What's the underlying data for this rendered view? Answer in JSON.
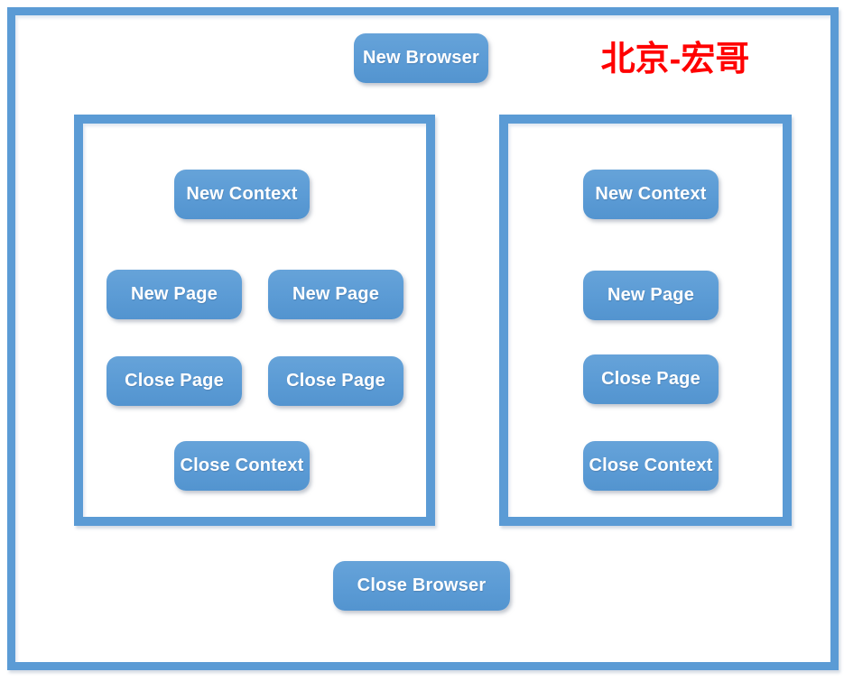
{
  "watermark": {
    "text": "北京-宏哥",
    "color": "#FF0000"
  },
  "colors": {
    "accent_blue": "#5B9BD5",
    "button_text": "#FFFFFF",
    "background": "#FFFFFF"
  },
  "browser": {
    "new_browser_label": "New Browser",
    "close_browser_label": "Close Browser"
  },
  "contexts": [
    {
      "new_context_label": "New Context",
      "close_context_label": "Close Context",
      "pages": [
        {
          "new_page_label": "New Page",
          "close_page_label": "Close Page"
        },
        {
          "new_page_label": "New Page",
          "close_page_label": "Close Page"
        }
      ]
    },
    {
      "new_context_label": "New Context",
      "close_context_label": "Close Context",
      "pages": [
        {
          "new_page_label": "New Page",
          "close_page_label": "Close Page"
        }
      ]
    }
  ]
}
